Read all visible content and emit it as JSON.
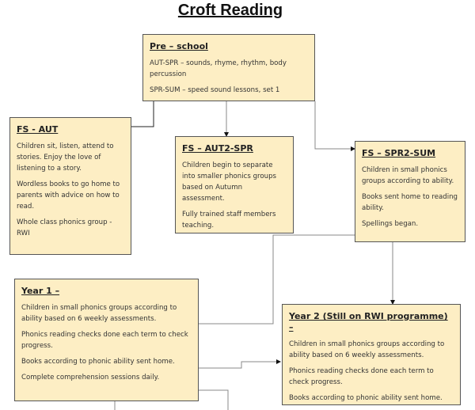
{
  "title": "Croft Reading",
  "boxes": {
    "preschool": {
      "heading": "Pre – school",
      "paragraphs": [
        "AUT-SPR – sounds, rhyme, rhythm, body percussion",
        "SPR-SUM – speed sound lessons, set 1"
      ]
    },
    "fs_aut": {
      "heading": "FS - AUT",
      "paragraphs": [
        "Children sit, listen, attend to stories. Enjoy the love of listening to a story.",
        "Wordless books to go home to parents with advice on how to read.",
        "Whole class phonics group - RWI"
      ]
    },
    "fs_aut2_spr": {
      "heading": "FS – AUT2-SPR",
      "paragraphs": [
        "Children begin to separate into smaller phonics groups based on Autumn assessment.",
        "Fully trained staff members teaching."
      ]
    },
    "fs_spr2_sum": {
      "heading": "FS – SPR2-SUM",
      "paragraphs": [
        "Children in small phonics groups according to ability.",
        "Books sent home to reading ability.",
        "Spellings began."
      ]
    },
    "year1": {
      "heading": "Year 1 –",
      "paragraphs": [
        "Children in small phonics groups according to ability based on 6 weekly assessments.",
        "Phonics reading checks done each term to check progress.",
        "Books according to phonic ability sent home.",
        "Complete comprehension sessions daily."
      ]
    },
    "year2": {
      "heading": "Year 2 (Still on RWI programme) –",
      "paragraphs": [
        "Children in small phonics groups according to ability based on 6 weekly assessments.",
        "Phonics reading checks done each term to check progress.",
        "Books according to phonic ability sent home."
      ]
    }
  }
}
